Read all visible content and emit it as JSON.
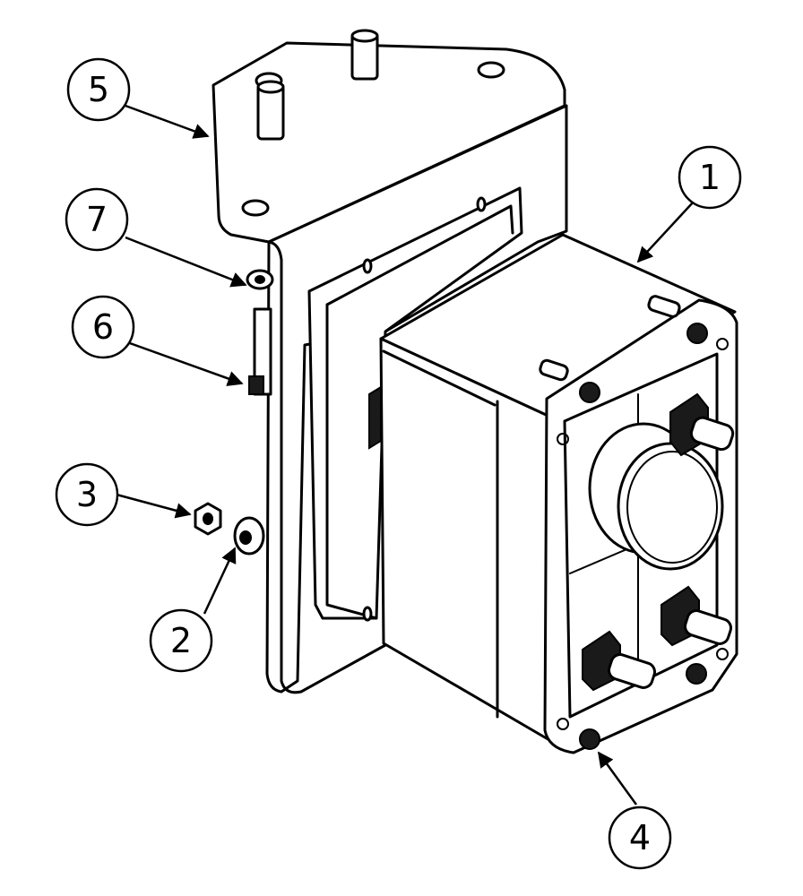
{
  "balloons": [
    {
      "id": "balloon-1",
      "label": "1"
    },
    {
      "id": "balloon-2",
      "label": "2"
    },
    {
      "id": "balloon-3",
      "label": "3"
    },
    {
      "id": "balloon-4",
      "label": "4"
    },
    {
      "id": "balloon-5",
      "label": "5"
    },
    {
      "id": "balloon-6",
      "label": "6"
    },
    {
      "id": "balloon-7",
      "label": "7"
    }
  ]
}
